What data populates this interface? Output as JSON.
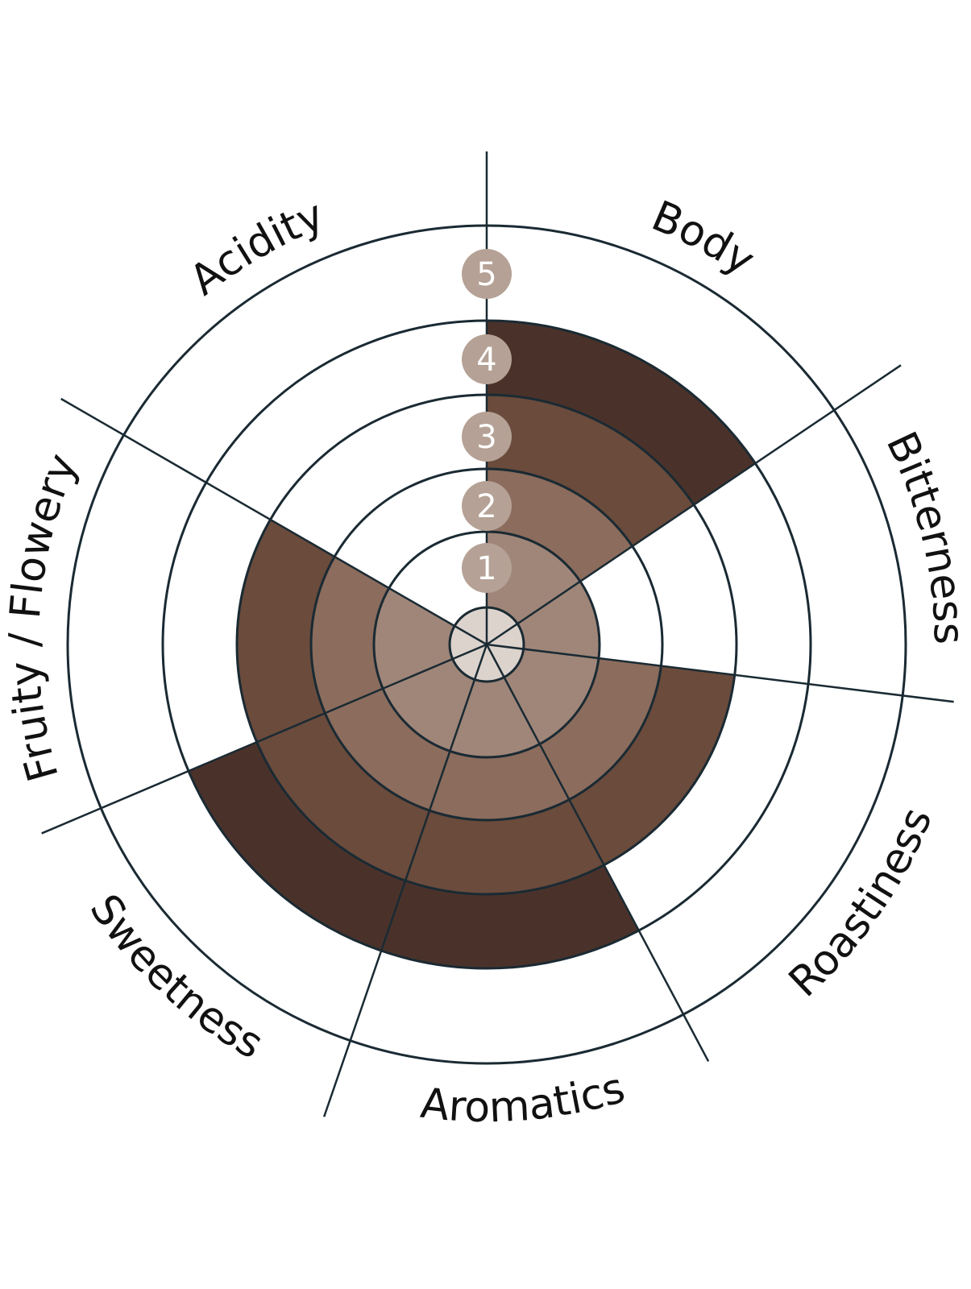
{
  "chart_data": {
    "type": "radial_bar",
    "max_value": 5,
    "ring_labels": [
      "1",
      "2",
      "3",
      "4",
      "5"
    ],
    "categories": [
      "Body",
      "Bitterness",
      "Roastiness",
      "Aromatics",
      "Sweetness",
      "Fruity / Flowery",
      "Acidity"
    ],
    "values": [
      4,
      1,
      3,
      4,
      4,
      3,
      0
    ],
    "colors": {
      "level_1": "#9f8679",
      "level_2": "#8b6c5d",
      "level_3": "#6a4b3c",
      "level_4": "#4a322a",
      "center": "#dcd3cd",
      "ring_badge": "#b5a195",
      "line": "#1a2a33"
    }
  }
}
